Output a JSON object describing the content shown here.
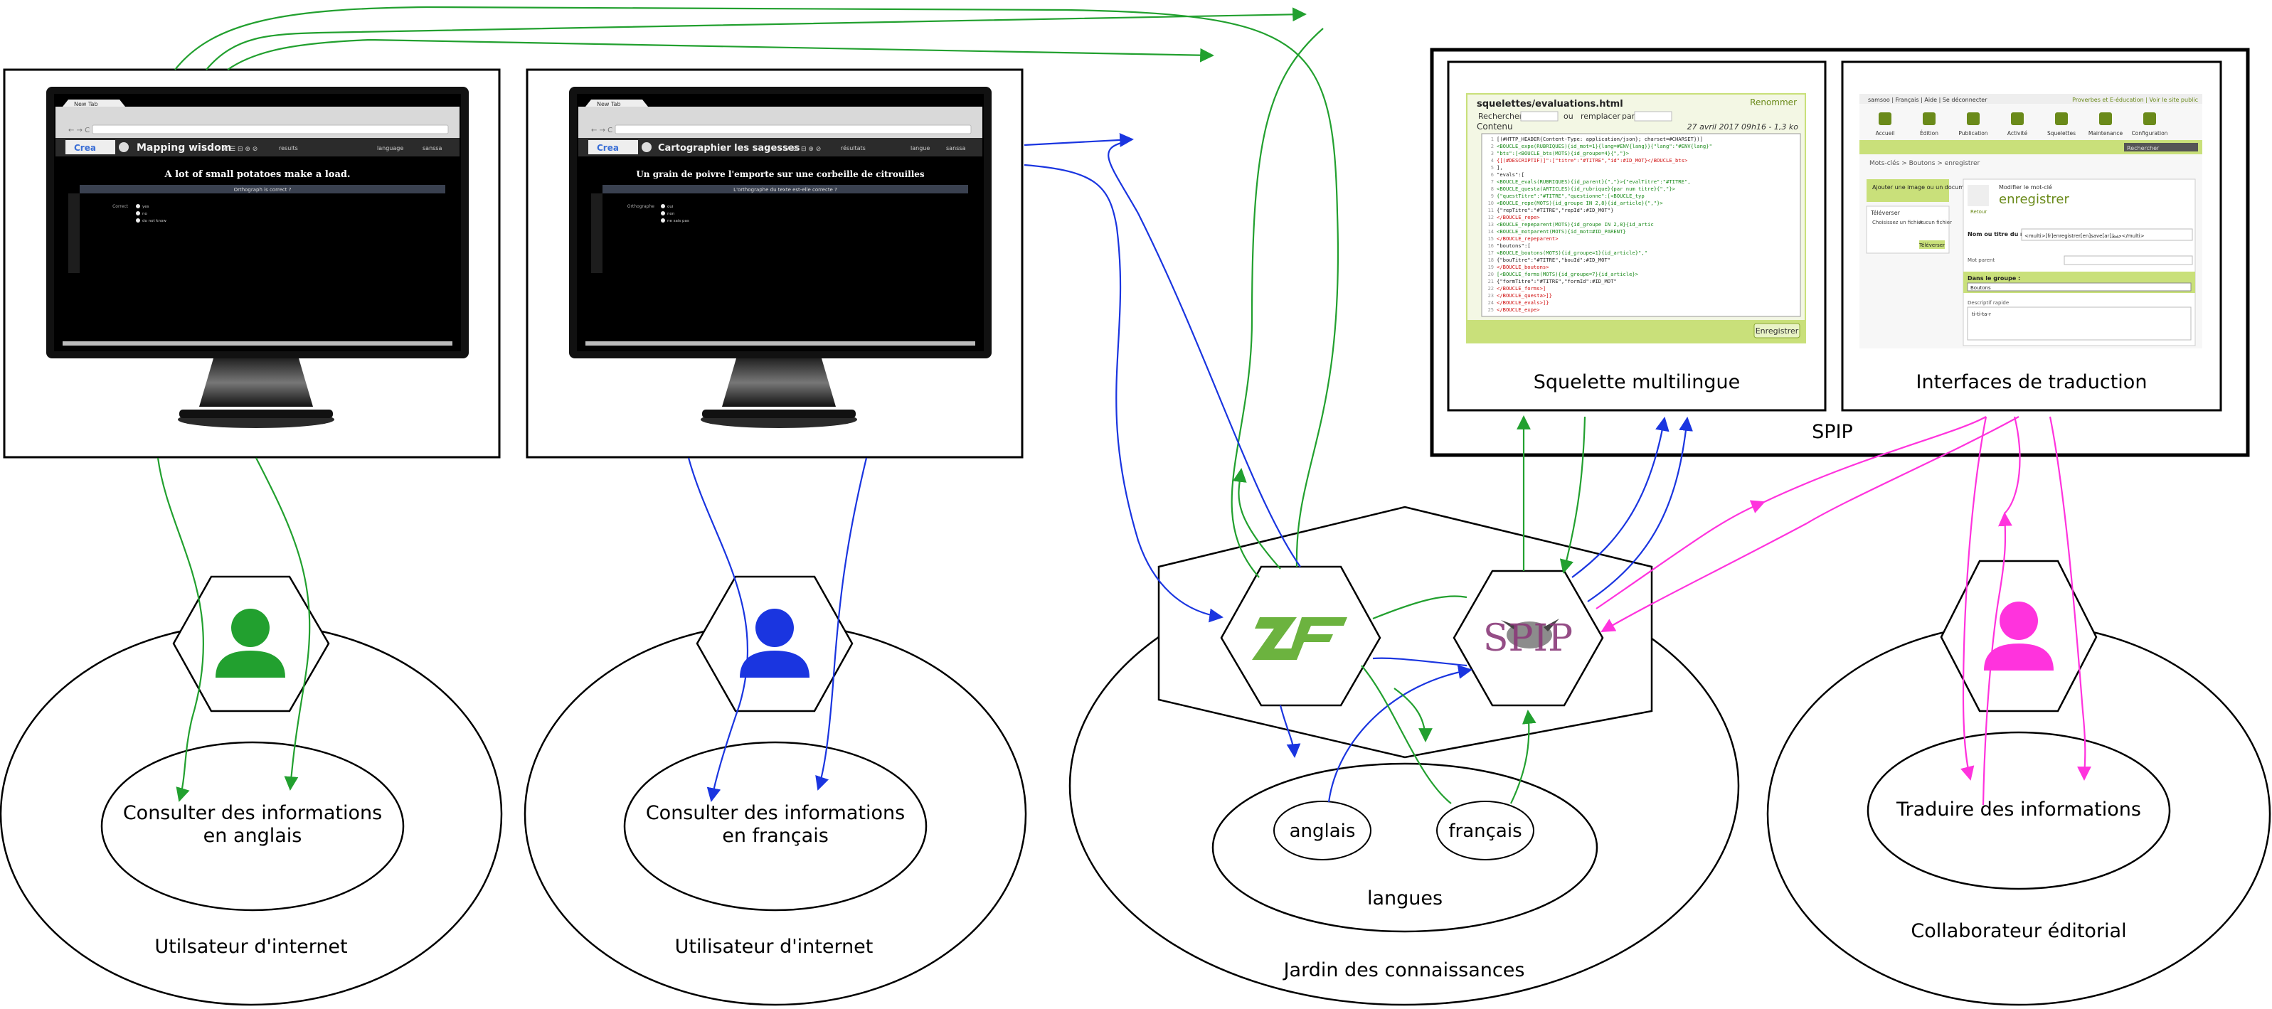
{
  "colors": {
    "green": "#22a02f",
    "blue": "#1a35e0",
    "magenta": "#ff33dd",
    "zf_green": "#6cb33f",
    "spip_purple": "#8a3a7a",
    "editor_bar": "#c9e07a"
  },
  "icons": {
    "user_green": "person-icon",
    "user_blue": "person-icon",
    "user_magenta": "person-icon",
    "zf": "zend-framework-logo",
    "spip": "spip-logo"
  },
  "screen_en": {
    "tab": "New Tab",
    "logo": "Crea",
    "title": "Mapping wisdom",
    "heading": "A lot of small potatoes make a load.",
    "question": "Orthograph is correct ?",
    "field": "Correct",
    "options": [
      "yes",
      "no",
      "do not know"
    ],
    "lang_menu": "language",
    "user_menu": "sanssa",
    "results_menu": "results"
  },
  "screen_fr": {
    "tab": "New Tab",
    "logo": "Crea",
    "title": "Cartographier les sagesses",
    "heading": "Un grain de poivre l'emporte sur une corbeille de citrouilles",
    "question": "L'orthographe du texte est-elle correcte ?",
    "field": "Orthographe",
    "options": [
      "oui",
      "non",
      "ne sais pas"
    ],
    "lang_menu": "langue",
    "user_menu": "sanssa",
    "results_menu": "résultats"
  },
  "skeleton_editor": {
    "file": "squelettes/evaluations.html",
    "rename": "Renommer",
    "search": "Rechercher",
    "or": "ou",
    "replace": "remplacer",
    "by": "par",
    "date": "27 avril 2017 09h16 - 1,3 ko",
    "content_label": "Contenu",
    "save": "Enregistrer",
    "code_lines": [
      "[(#HTTP_HEADER{Content-Type: application/json}; charset=#CHARSET})]",
      "<BOUCLE_expe(RUBRIQUES){id_mot=1}{lang=#ENV{lang}}{\"lang\":\"#ENV{lang}\"",
      "\"bts\":[<BOUCLE_bts(MOTS){id_groupe=4}{\",\"}>",
      "   {[(#DESCRIPTIF)]\":[\"titre\":\"#TITRE\",\"id\":#ID_MOT}</BOUCLE_bts>",
      "],",
      "\"evals\":[",
      "  <BOUCLE_evals(RUBRIQUES){id_parent}{\",\"}>{\"evalTitre\":\"#TITRE\",",
      "     <BOUCLE_questa(ARTICLES){id_rubrique}{par num titre}{\",\"}>",
      "        {\"questTitre\":\"#TITRE\",\"questionne\":[<BOUCLE_typ",
      "        <BOUCLE_repe(MOTS){id_groupe IN 2,8}{id_article}{\",\"}>",
      "           {\"repTitre\":\"#TITRE\",\"repId\":#ID_MOT\"}",
      "        </BOUCLE_repe>",
      "        <BOUCLE_repeparent(MOTS){id_groupe IN 2,8}{id_artic",
      "           <BOUCLE_motparent(MOTS){id_mot=#ID_PARENT}",
      "        </BOUCLE_repeparent>",
      "        \"boutons\":[",
      "        <BOUCLE_boutons(MOTS){id_groupe=1}{id_article}\",\"",
      "           {\"bouTitre\":\"#TITRE\",\"bouId\":#ID_MOT\"",
      "        </BOUCLE_boutons>",
      "        [<BOUCLE_forms(MOTS){id_groupe=7}{id_article}>",
      "           {\"formTitre\":\"#TITRE\",\"formId\":#ID_MOT\"",
      "        </BOUCLE_forms>]",
      "     </BOUCLE_questa>]}",
      "  </BOUCLE_evals>]}",
      "</BOUCLE_expe>"
    ]
  },
  "translation_editor": {
    "topbar_left": "samsoo | Français | Aide | Se déconnecter",
    "topbar_right": "Proverbes et E-éducation | Voir le site public",
    "nav": [
      "Accueil",
      "Édition",
      "Publication",
      "Activité",
      "Squelettes",
      "Maintenance",
      "Configuration"
    ],
    "search": "Rechercher",
    "breadcrumb": "Mots-clés > Boutons > enregistrer",
    "side_button": "Ajouter une image ou un document",
    "side_upload": "Téléverser",
    "side_choose": "Choisissez un fichier",
    "side_none": "Aucun fichier",
    "side_upload_btn": "Téléverser",
    "modify_label": "Modifier le mot-clé",
    "keyword": "enregistrer",
    "back": "Retour",
    "name_label": "Nom ou titre du mot-clé",
    "name_value": "<multi>[fr]enregistrer[en]save[ar]حفظ</multi>",
    "parent_label": "Mot parent",
    "group_label": "Dans le groupe :",
    "group_value": "Boutons",
    "desc_label": "Descriptif rapide",
    "desc_value": "ti-ti-ta-r"
  },
  "labels": {
    "spip_frame": "SPIP",
    "skeleton_caption": "Squelette multilingue",
    "translation_caption": "Interfaces de traduction",
    "user_en_task": "Consulter des informations\nen anglais",
    "user_en_role": "Utilsateur d'internet",
    "user_fr_task": "Consulter des informations\nen français",
    "user_fr_role": "Utilisateur d'internet",
    "garden": "Jardin des connaissances",
    "languages": "langues",
    "lang_en": "anglais",
    "lang_fr": "français",
    "translator_task": "Traduire des informations",
    "translator_role": "Collaborateur éditorial",
    "zf_text": "ZF",
    "spip_text": "SPIP"
  }
}
